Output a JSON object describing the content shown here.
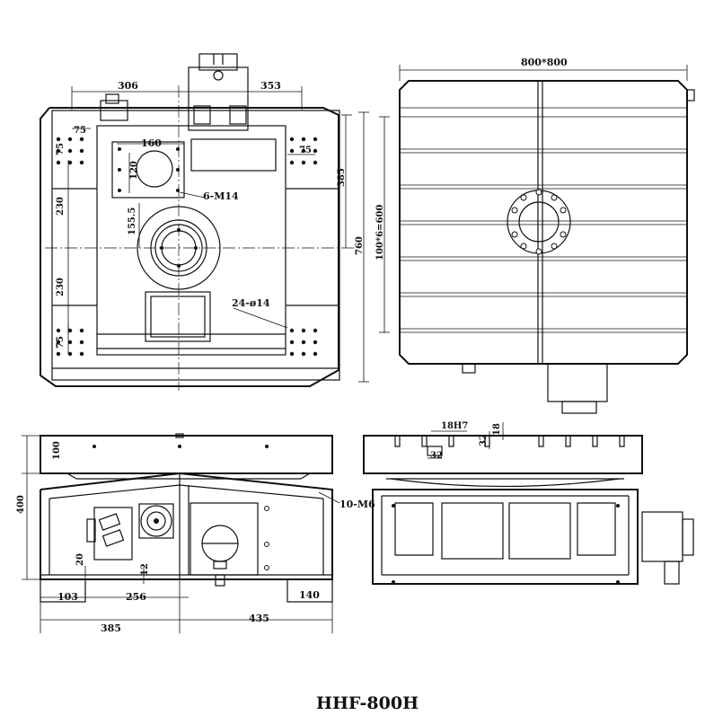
{
  "title": "HHF-800H",
  "top_view": {
    "dim_left_top": "306",
    "dim_right_top": "353",
    "dim_75_left": "75",
    "dim_75_left_v": "75",
    "dim_160": "160",
    "dim_120": "120",
    "dim_75_right": "75",
    "dim_385": "385",
    "dim_230_upper": "230",
    "dim_155": "155.5",
    "dim_760": "760",
    "dim_230_lower": "230",
    "dim_75_lower": "75",
    "note_6m14": "6-M14",
    "note_24d14": "24-ø14"
  },
  "table_view": {
    "dim_top": "800*800",
    "dim_side": "100*6=600"
  },
  "front_view": {
    "dim_100": "100",
    "dim_400": "400",
    "dim_20": "20",
    "dim_12": "12",
    "dim_103": "103",
    "dim_256": "256",
    "dim_140": "140",
    "dim_385": "385",
    "dim_435": "435",
    "note_10m6": "10-M6"
  },
  "side_view": {
    "dim_18h7": "18H7",
    "dim_32_v": "32",
    "dim_18_v": "18",
    "dim_32_h": "32"
  }
}
